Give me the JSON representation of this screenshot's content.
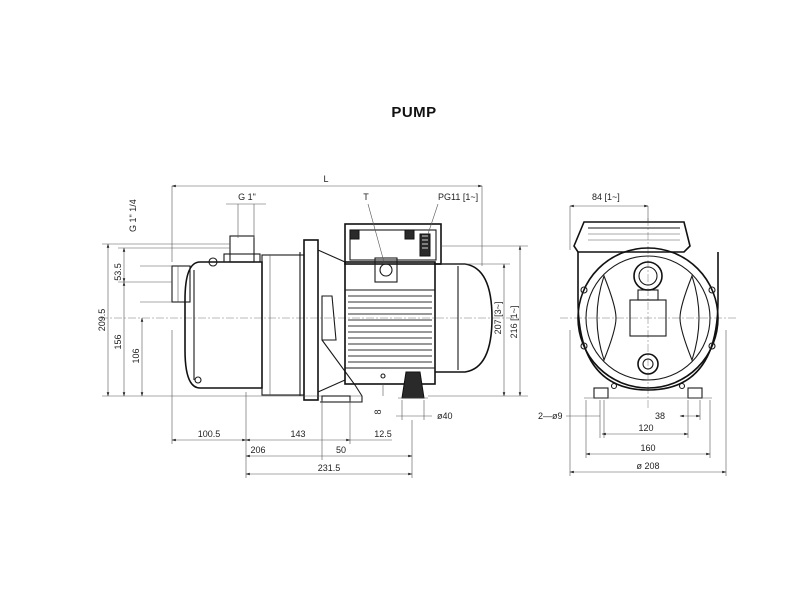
{
  "title": "PUMP",
  "side_view": {
    "overall_length": "L",
    "connector_top": "G 1\"",
    "connector_front": "G 1\" 1/4",
    "terminal_label": "T",
    "cable_gland": "PG11 [1~]",
    "heights": {
      "h_53_5": "53.5",
      "h_209_5": "209.5",
      "h_156": "156",
      "h_106": "106",
      "h_207": "207 [3~]",
      "h_216": "216 [1~]",
      "h_8": "8"
    },
    "lengths": {
      "l_100_5": "100.5",
      "l_143": "143",
      "l_12_5": "12.5",
      "l_206": "206",
      "l_50": "50",
      "l_231_5": "231.5",
      "d_40": "ø40"
    }
  },
  "front_view": {
    "width_84": "84 [1~]",
    "holes": "2—ø9",
    "w_38": "38",
    "w_120": "120",
    "w_160": "160",
    "d_208": "ø 208"
  }
}
